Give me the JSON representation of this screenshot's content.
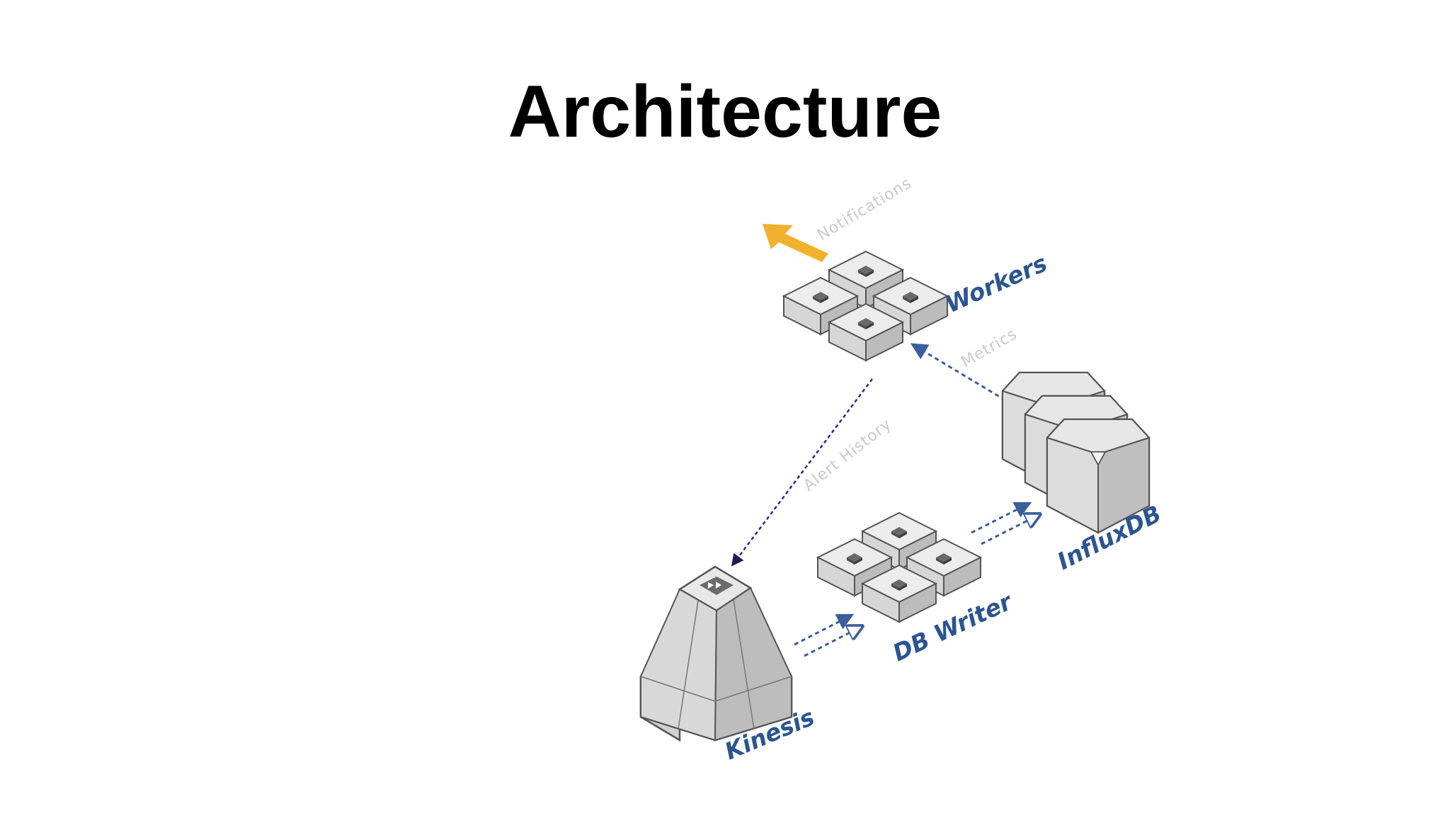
{
  "slide": {
    "title": "Architecture"
  },
  "diagram": {
    "nodes": {
      "workers": {
        "label": "Workers",
        "icon": "server-cluster-icon"
      },
      "db_writer": {
        "label": "DB Writer",
        "icon": "server-cluster-icon"
      },
      "kinesis": {
        "label": "Kinesis",
        "icon": "stream-icon"
      },
      "influxdb": {
        "label": "InfluxDB",
        "icon": "database-icon"
      }
    },
    "flows": {
      "notifications": "Notifications",
      "metrics": "Metrics",
      "alert_history": "Alert History"
    },
    "edges": [
      {
        "from": "workers",
        "to": "kinesis",
        "label": "Alert History"
      },
      {
        "from": "kinesis",
        "to": "db_writer",
        "label": ""
      },
      {
        "from": "db_writer",
        "to": "influxdb",
        "label": ""
      },
      {
        "from": "influxdb",
        "to": "workers",
        "label": "Metrics"
      },
      {
        "from": "workers",
        "to": "external",
        "label": "Notifications"
      }
    ],
    "colors": {
      "label_blue": "#2b5592",
      "flow_label_gray": "#c8cacf",
      "notification_arrow": "#f2b12d",
      "alert_line": "#2a2a8e",
      "dashed_blue": "#3b5e9c",
      "box_top": "#ececec",
      "box_left": "#d8d8d8",
      "box_right": "#bdbdbd",
      "outline": "#555555"
    }
  }
}
